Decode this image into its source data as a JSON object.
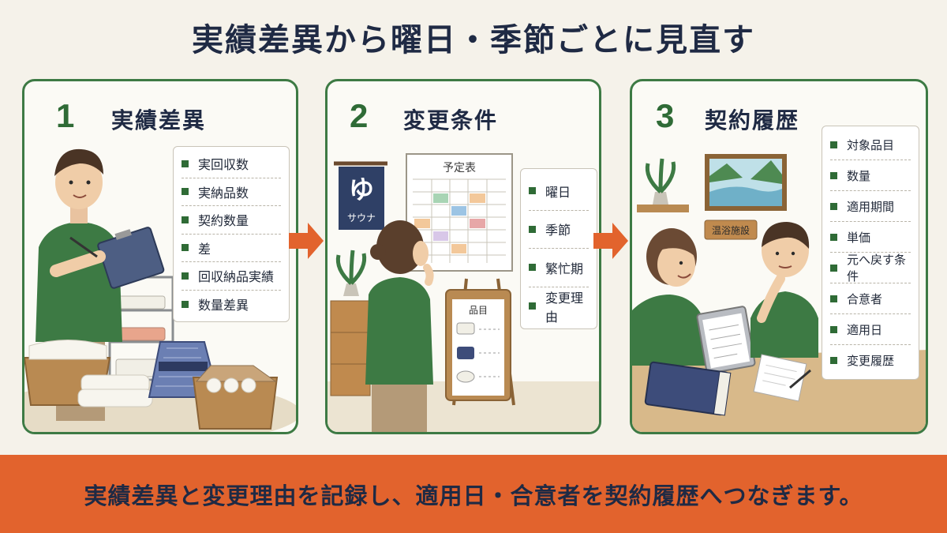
{
  "title": "実績差異から曜日・季節ごとに見直す",
  "panels": [
    {
      "number": "1",
      "title": "実績差異",
      "items": [
        "実回収数",
        "実納品数",
        "契約数量",
        "差",
        "回収納品実績",
        "数量差異"
      ]
    },
    {
      "number": "2",
      "title": "変更条件",
      "items": [
        "曜日",
        "季節",
        "繁忙期",
        "変更理由"
      ],
      "noren_char": "ゆ",
      "noren_label": "サウナ",
      "schedule_title": "予定表",
      "clipboard_title": "品目"
    },
    {
      "number": "3",
      "title": "契約履歴",
      "items": [
        "対象品目",
        "数量",
        "適用期間",
        "単価",
        "元へ戻す条件",
        "合意者",
        "適用日",
        "変更履歴"
      ],
      "sign_label": "温浴施設"
    }
  ],
  "footer": "実績差異と変更理由を記録し、適用日・合意者を契約履歴へつなぎます。",
  "colors": {
    "green": "#2f6b36",
    "orange": "#e2632d",
    "navy": "#1f2a44"
  }
}
